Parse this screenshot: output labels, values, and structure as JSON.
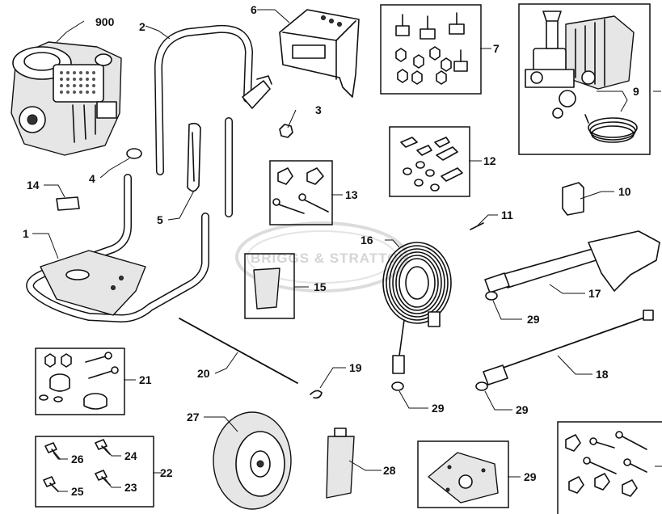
{
  "watermark": "BRIGGS & STRATTON",
  "callouts": {
    "p900": "900",
    "p2": "2",
    "p6": "6",
    "p7": "7",
    "p9": "9",
    "p3": "3",
    "p12": "12",
    "p4": "4",
    "p14": "14",
    "p13": "13",
    "p10": "10",
    "p5": "5",
    "p11": "11",
    "p1": "1",
    "p16": "16",
    "p15": "15",
    "p17": "17",
    "p29a": "29",
    "p20": "20",
    "p19": "19",
    "p21": "21",
    "p18": "18",
    "p29b": "29",
    "p29c": "29",
    "p27": "27",
    "p26": "26",
    "p24": "24",
    "p22": "22",
    "p25": "25",
    "p23": "23",
    "p28": "28",
    "p29d": "29"
  }
}
